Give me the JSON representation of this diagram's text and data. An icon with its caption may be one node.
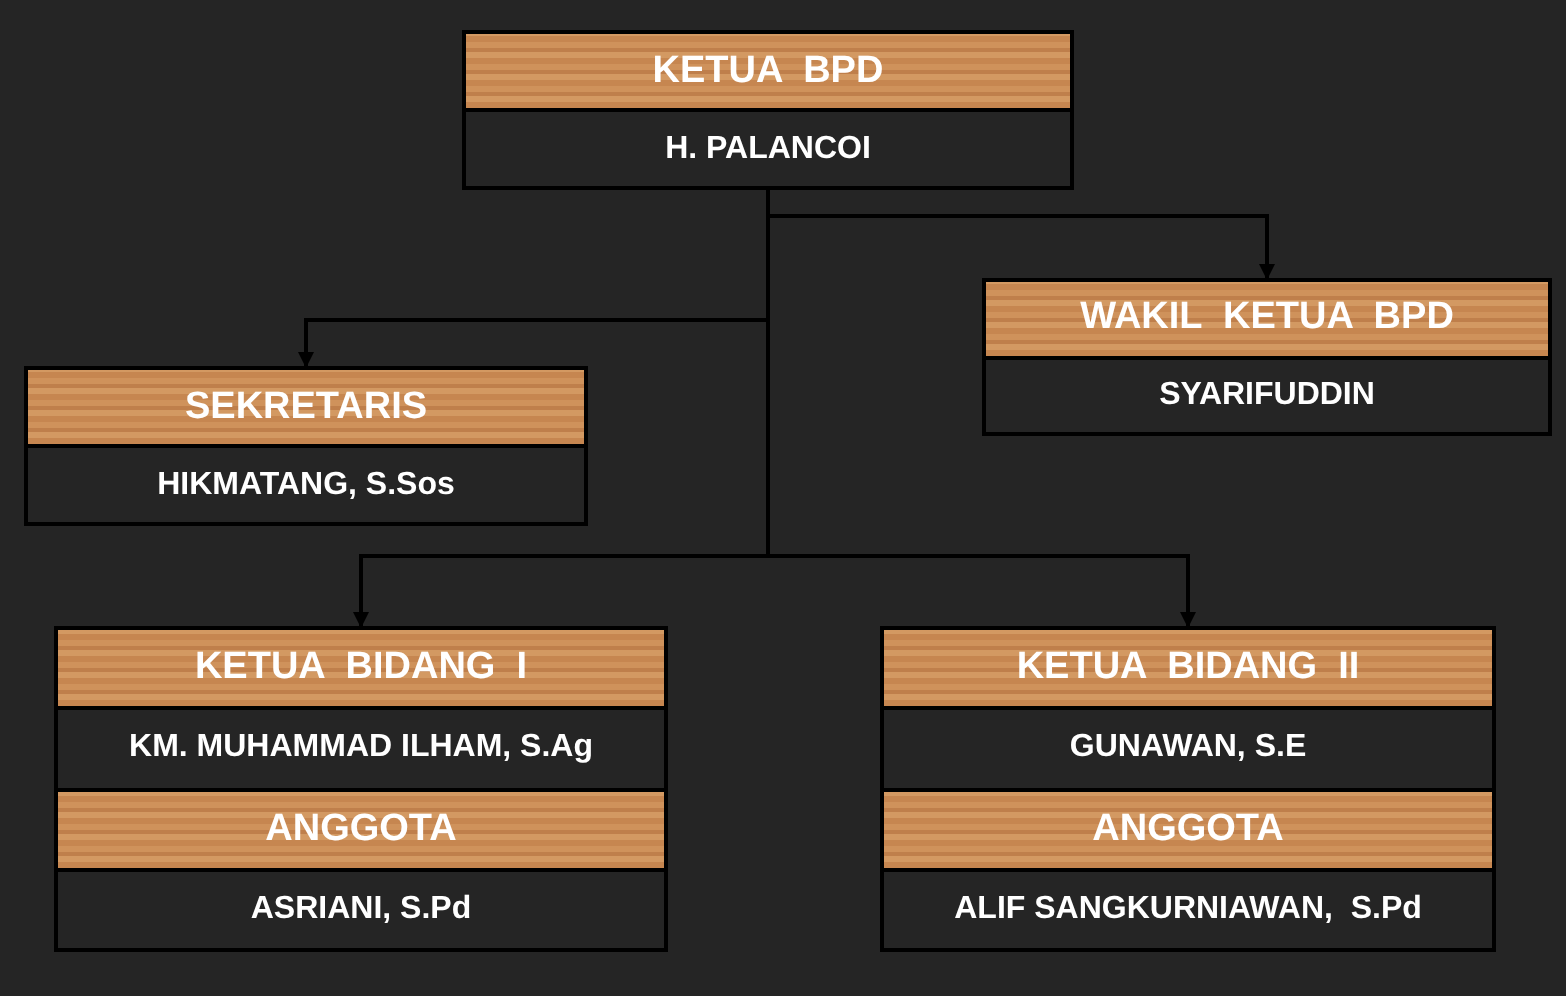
{
  "diagram": {
    "nodes": [
      {
        "text": [
          "KETUA  BPD",
          "H. PALANCOI"
        ]
      },
      {
        "text": [
          "SEKRETARIS",
          "HIKMATANG, S.Sos"
        ]
      },
      {
        "text": [
          "WAKIL  KETUA  BPD",
          "SYARIFUDDIN"
        ]
      },
      {
        "text": [
          "KETUA  BIDANG  I",
          "KM. MUHAMMAD ILHAM, S.Ag",
          "ANGGOTA",
          "ASRIANI, S.Pd"
        ]
      },
      {
        "text": [
          "KETUA  BIDANG  II",
          "GUNAWAN, S.E",
          "ANGGOTA",
          "ALIF SANGKURNIAWAN,  S.Pd"
        ]
      }
    ],
    "edges": [
      {
        "from": 0,
        "to": 1,
        "arrow": "to"
      },
      {
        "from": 0,
        "to": 2,
        "arrow": "to"
      },
      {
        "from": 0,
        "to": 3,
        "arrow": "to"
      },
      {
        "from": 0,
        "to": 4,
        "arrow": "to"
      }
    ]
  }
}
